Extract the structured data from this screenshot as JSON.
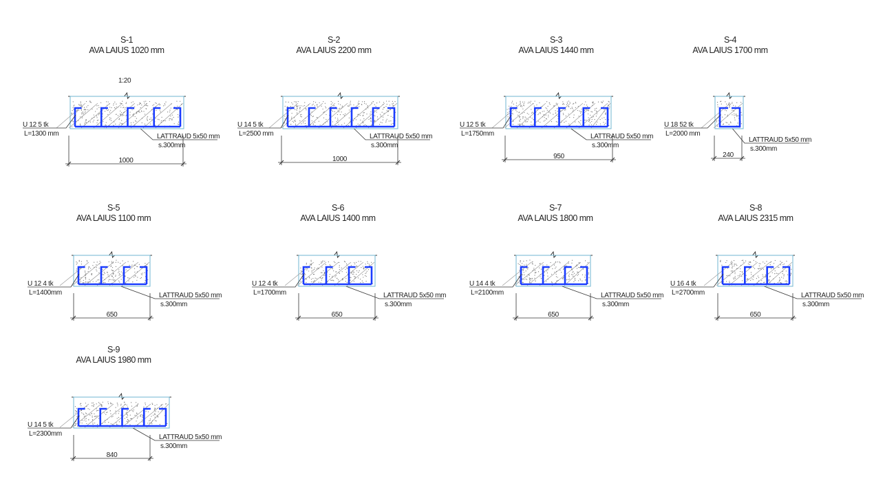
{
  "drawing": {
    "scale_label": "1:20",
    "colors": {
      "rebar": "#1a3cff",
      "outline": "#6fb6d0",
      "line": "#333333",
      "hatch": "#999999"
    },
    "sections": [
      {
        "id": "S-1",
        "title": "AVA LAIUS 1020 mm",
        "u_label": "U 12 5 tk",
        "length": "L=1300 mm",
        "flat_bar": "LATTRAUD 5x50 mm",
        "spacing": "s.300mm",
        "dimension": "1000",
        "stirrups": 4
      },
      {
        "id": "S-2",
        "title": "AVA LAIUS 2200 mm",
        "u_label": "U 14 5 tk",
        "length": "L=2500 mm",
        "flat_bar": "LATTRAUD 5x50 mm",
        "spacing": "s.300mm",
        "dimension": "1000",
        "stirrups": 5
      },
      {
        "id": "S-3",
        "title": "AVA LAIUS 1440 mm",
        "u_label": "U 12 5 tk",
        "length": "L=1750mm",
        "flat_bar": "LATTRAUD 5x50 mm",
        "spacing": "s.300mm",
        "dimension": "950",
        "stirrups": 4
      },
      {
        "id": "S-4",
        "title": "AVA LAIUS 1700 mm",
        "u_label": "U 18 52 tk",
        "length": "L=2000 mm",
        "flat_bar": "LATTRAUD 5x50 mm",
        "spacing": "s.300mm",
        "dimension": "240",
        "stirrups": 1
      },
      {
        "id": "S-5",
        "title": "AVA LAIUS 1100 mm",
        "u_label": "U 12 4 tk",
        "length": "L=1400mm",
        "flat_bar": "LATTRAUD 5x50 mm",
        "spacing": "s.300mm",
        "dimension": "650",
        "stirrups": 3
      },
      {
        "id": "S-6",
        "title": "AVA LAIUS 1400 mm",
        "u_label": "U 12 4 tk",
        "length": "L=1700mm",
        "flat_bar": "LATTRAUD 5x50 mm",
        "spacing": "s.300mm",
        "dimension": "650",
        "stirrups": 3
      },
      {
        "id": "S-7",
        "title": "AVA LAIUS 1800 mm",
        "u_label": "U 14 4 tk",
        "length": "L=2100mm",
        "flat_bar": "LATTRAUD 5x50 mm",
        "spacing": "s.300mm",
        "dimension": "650",
        "stirrups": 3
      },
      {
        "id": "S-8",
        "title": "AVA LAIUS 2315 mm",
        "u_label": "U 16 4 tk",
        "length": "L=2700mm",
        "flat_bar": "LATTRAUD 5x50 mm",
        "spacing": "s.300mm",
        "dimension": "650",
        "stirrups": 3
      },
      {
        "id": "S-9",
        "title": "AVA LAIUS 1980 mm",
        "u_label": "U 14 5 tk",
        "length": "L=2300mm",
        "flat_bar": "LATTRAUD 5x50 mm",
        "spacing": "s.300mm",
        "dimension": "840",
        "stirrups": 4
      }
    ]
  }
}
